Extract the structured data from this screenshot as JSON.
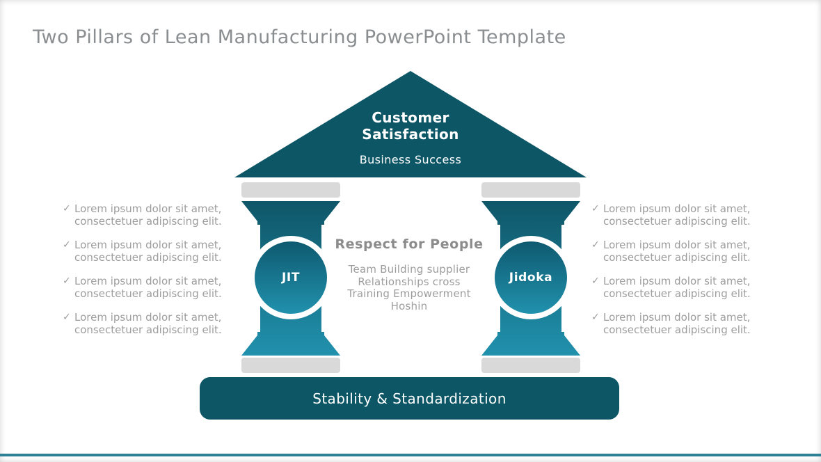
{
  "title": "Two Pillars of Lean Manufacturing PowerPoint Template",
  "roof": {
    "heading": "Customer Satisfaction",
    "subheading": "Business Success"
  },
  "pillars": {
    "left": {
      "label": "JIT"
    },
    "right": {
      "label": "Jidoka"
    }
  },
  "center": {
    "heading": "Respect for People",
    "lines": [
      "Team Building supplier",
      "Relationships cross",
      "Training Empowerment",
      "Hoshin"
    ]
  },
  "check_glyph": "✓",
  "lists": {
    "left": [
      "Lorem ipsum dolor sit amet, consectetuer adipiscing elit.",
      "Lorem ipsum dolor sit amet, consectetuer adipiscing elit.",
      "Lorem ipsum dolor sit amet, consectetuer adipiscing elit.",
      "Lorem ipsum dolor sit amet, consectetuer adipiscing elit."
    ],
    "right": [
      "Lorem ipsum dolor sit amet, consectetuer adipiscing elit.",
      "Lorem ipsum dolor sit amet, consectetuer adipiscing elit.",
      "Lorem ipsum dolor sit amet, consectetuer adipiscing elit.",
      "Lorem ipsum dolor sit amet, consectetuer adipiscing elit."
    ]
  },
  "base_bar": {
    "label": "Stability & Standardization"
  },
  "colors": {
    "roof_teal": "#0d5666",
    "pillar_gradient_top": "#0f5668",
    "pillar_gradient_bottom": "#2191ad",
    "capital_gray": "#d9d9d9",
    "accent_line_teal": "#2e8096",
    "body_text_gray": "#9d9d9d",
    "title_gray": "#8b8e90",
    "white": "#ffffff"
  }
}
